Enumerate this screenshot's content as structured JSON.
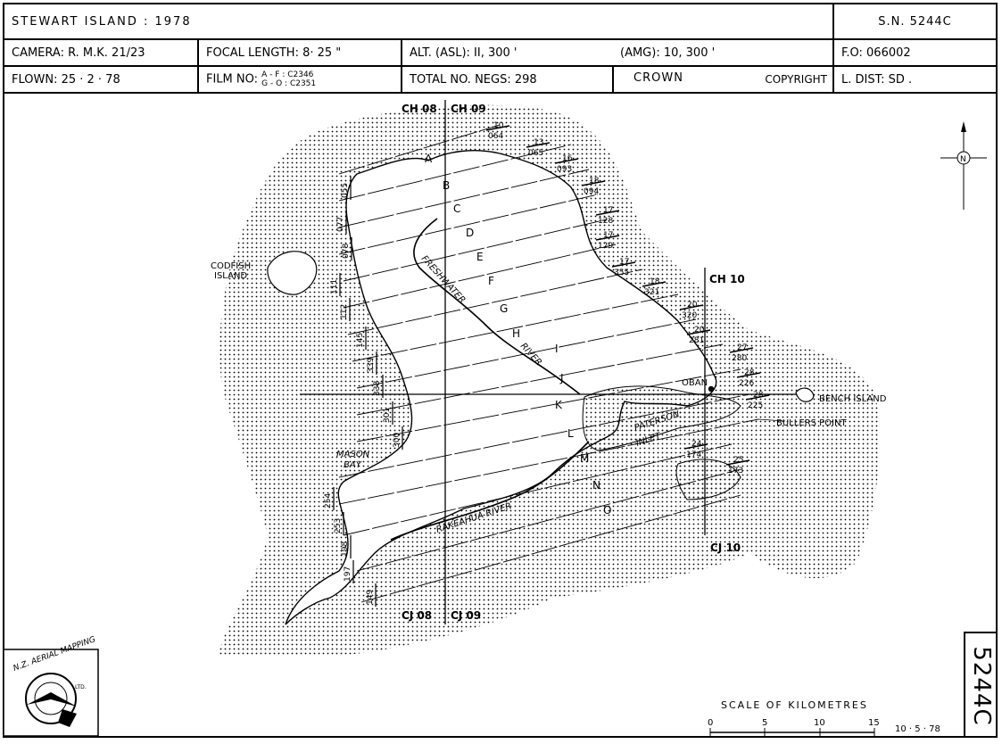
{
  "header": {
    "title": "STEWART   ISLAND   :   1978",
    "sheet": "S.N. 5244C",
    "camera": "CAMERA: R. M.K. 21/23",
    "focal": "FOCAL LENGTH: 8· 25 \"",
    "alt_asl": "ALT. (ASL): II, 300 '",
    "alt_amg": "(AMG): 10, 300 '",
    "fo": "F.O: 066002",
    "flown": "FLOWN: 25 · 2 · 78",
    "film_label": "FILM NO:",
    "film_a": "A - F : C2346",
    "film_b": "G - O : C2351",
    "negs": "TOTAL NO. NEGS: 298",
    "crown": "CROWN",
    "copyright": "COPYRIGHT",
    "ldist": "L. DIST: SD ."
  },
  "map": {
    "place_labels": {
      "codfish_1": "CODFISH",
      "codfish_2": "ISLAND",
      "mason_1": "MASON",
      "mason_2": "BAY",
      "oban": "OBAN",
      "bench": "BENCH  ISLAND",
      "bullers": "BULLERS  POINT",
      "paterson": "PATERSON",
      "inlet": "INLET",
      "freshwater": "FRESHWATER",
      "river": "RIVER",
      "rakeahua": "RAKEAHUA  RIVER"
    },
    "grid_labels": {
      "ch08": "CH 08",
      "ch09": "CH 09",
      "ch10": "CH 10",
      "cj08": "CJ 08",
      "cj09": "CJ 09",
      "cj10": "CJ 10"
    },
    "run_letters": [
      "A",
      "B",
      "C",
      "D",
      "E",
      "F",
      "G",
      "H",
      "I",
      "J",
      "K",
      "L",
      "M",
      "N",
      "O"
    ],
    "right_frames": [
      {
        "top": "10",
        "bottom": "064"
      },
      {
        "top": "13",
        "bottom": "065"
      },
      {
        "top": "16",
        "bottom": "093"
      },
      {
        "top": "18",
        "bottom": "094"
      },
      {
        "top": "17",
        "bottom": "128"
      },
      {
        "top": "17",
        "bottom": "129"
      },
      {
        "top": "17",
        "bottom": "355"
      },
      {
        "top": "18",
        "bottom": "321"
      },
      {
        "top": "20",
        "bottom": "320"
      },
      {
        "top": "20",
        "bottom": "281"
      },
      {
        "top": "27",
        "bottom": "280"
      },
      {
        "top": "28",
        "bottom": "226"
      },
      {
        "top": "28",
        "bottom": "225"
      },
      {
        "top": "24",
        "bottom": "174"
      },
      {
        "top": "25",
        "bottom": "173"
      }
    ],
    "left_frames": [
      "055",
      "077",
      "078",
      "111",
      "112",
      "145",
      "339",
      "338",
      "301",
      "300",
      "254",
      "253",
      "198",
      "197",
      "149"
    ],
    "north": "N"
  },
  "scale": {
    "title": "SCALE   OF   KILOMETRES",
    "ticks": [
      "0",
      "5",
      "10",
      "15"
    ]
  },
  "date": "10 · 5 · 78",
  "side_id": "5244C",
  "logo": {
    "text_top": "N.Z. AERIAL MAPPING",
    "text_small": "LTD."
  }
}
